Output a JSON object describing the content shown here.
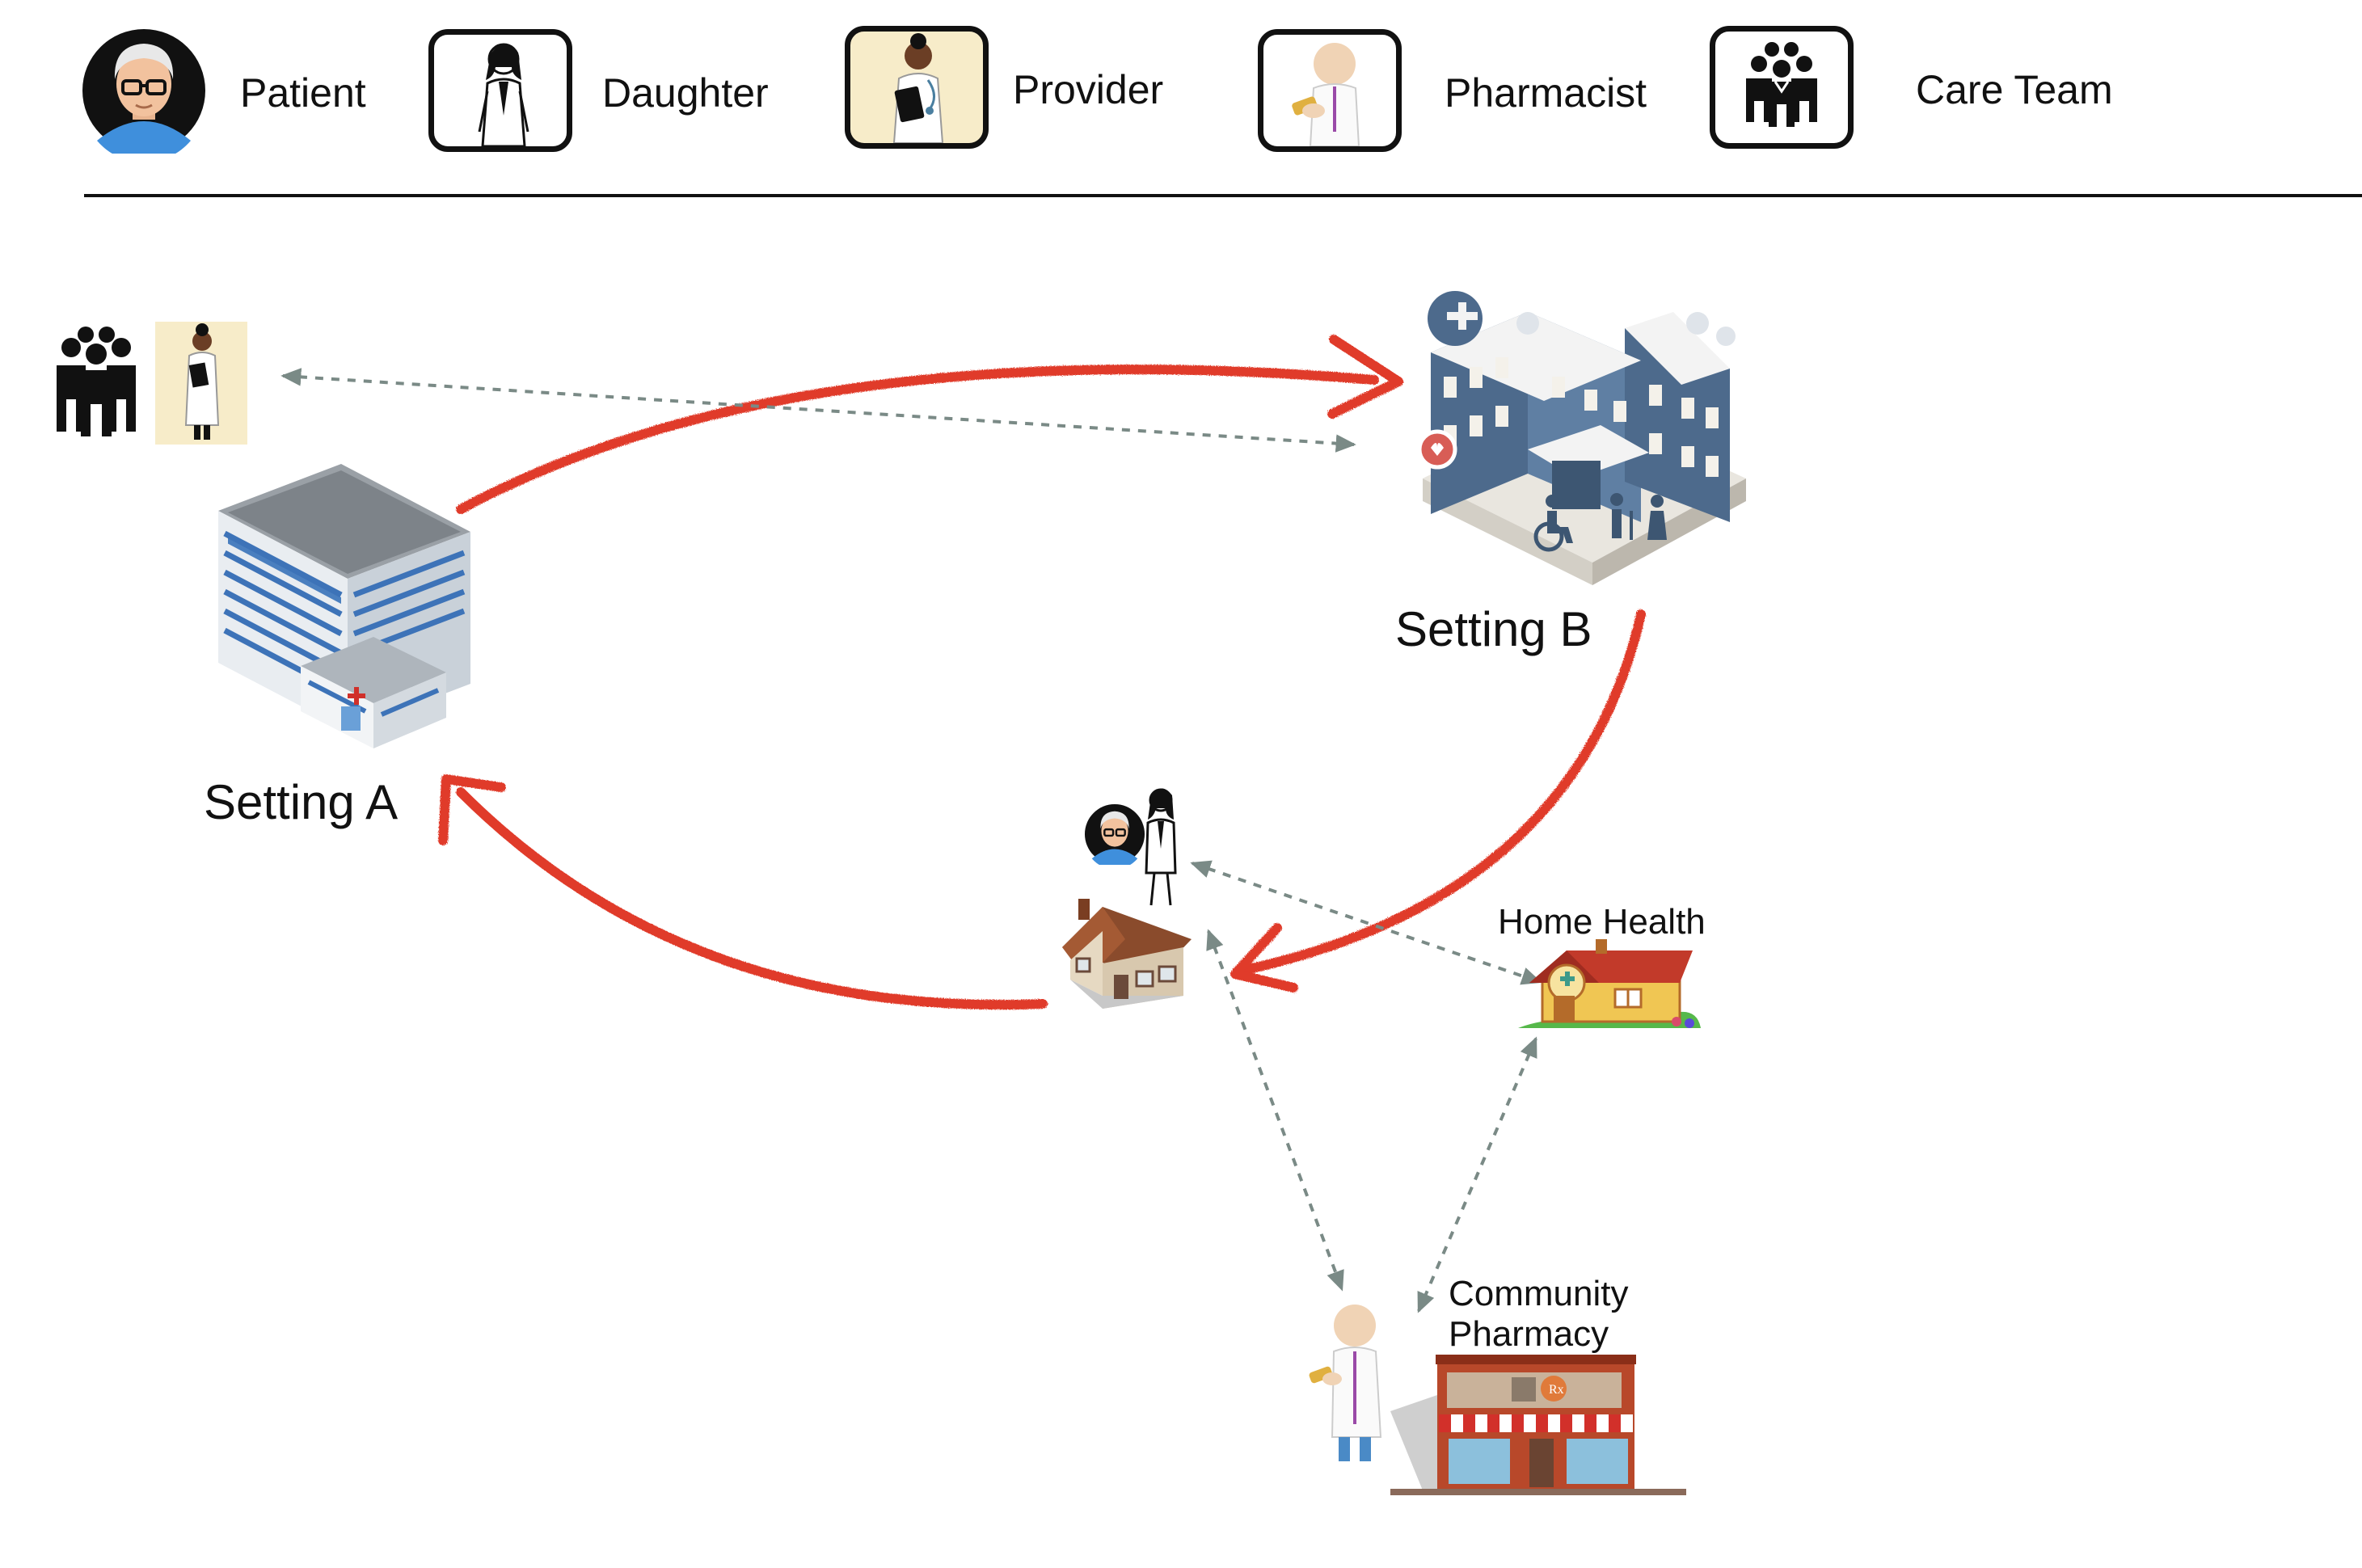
{
  "legend": {
    "patient": "Patient",
    "daughter": "Daughter",
    "provider": "Provider",
    "pharmacist": "Pharmacist",
    "care_team": "Care Team"
  },
  "settings": {
    "a": "Setting A",
    "b": "Setting B"
  },
  "places": {
    "home_health": "Home Health",
    "community_pharmacy_line1": "Community",
    "community_pharmacy_line2": "Pharmacy"
  },
  "colors": {
    "flow_arrow": "#e03a2a",
    "dashed_link": "#7a8a86",
    "divider": "#111111"
  },
  "icons": [
    "patient-icon",
    "daughter-icon",
    "provider-icon",
    "pharmacist-icon",
    "care-team-icon",
    "hospital-icon",
    "care-facility-icon",
    "home-icon",
    "home-health-icon",
    "pharmacy-storefront-icon"
  ]
}
